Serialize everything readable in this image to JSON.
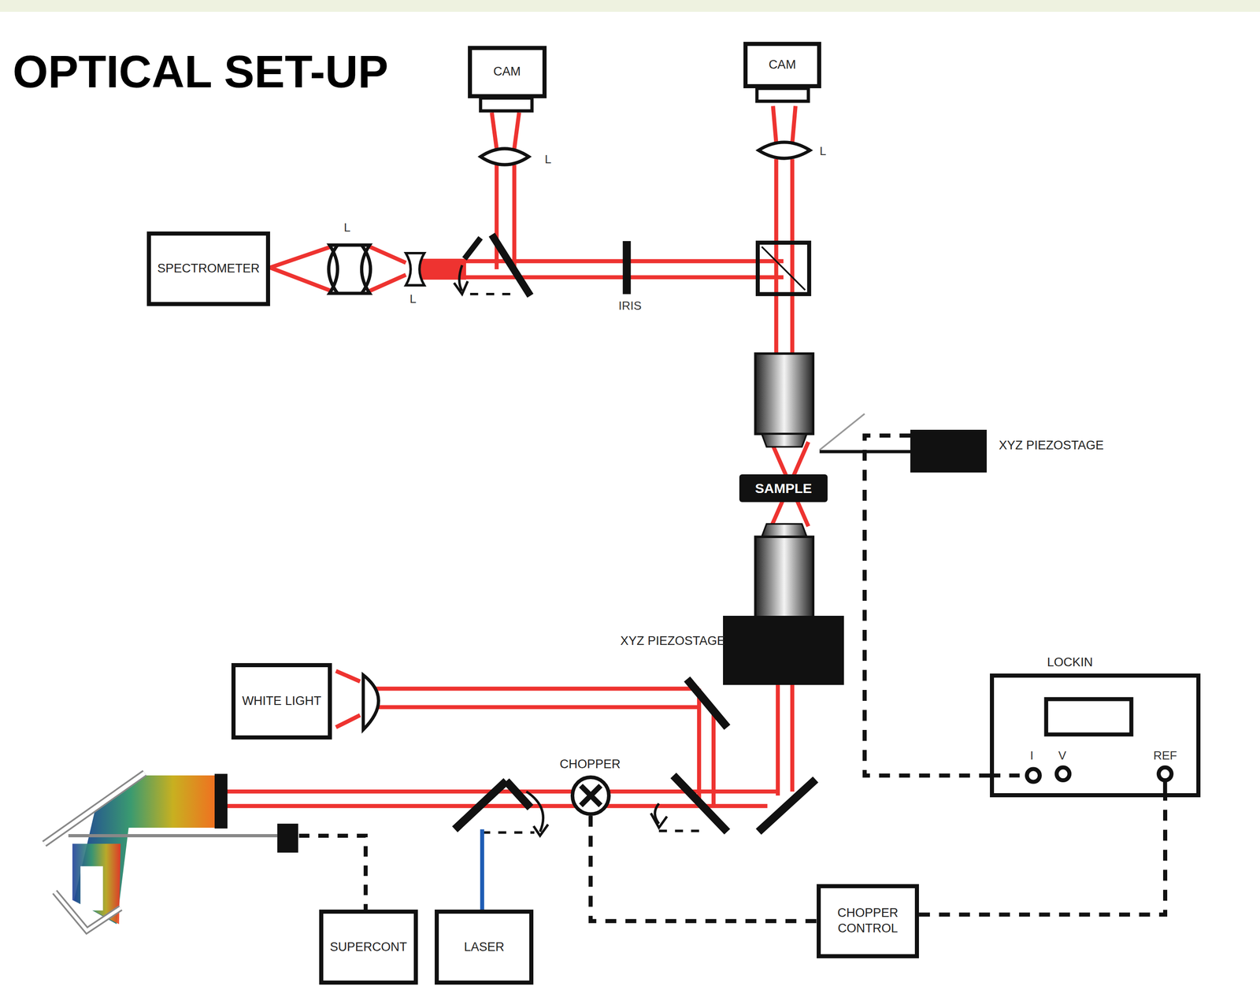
{
  "diagram": {
    "title": "OPTICAL SET-UP",
    "nodes": [
      {
        "text": [
          "CAM"
        ]
      },
      {
        "text": [
          "CAM"
        ]
      },
      {
        "text": [
          "SPECTROMETER"
        ]
      },
      {
        "text": [
          "SAMPLE"
        ]
      },
      {
        "text": [
          "XYZ PIEZOSTAGE"
        ]
      },
      {
        "text": [
          "XYZ PIEZOSTAGE"
        ]
      },
      {
        "text": [
          "LOCKIN"
        ]
      },
      {
        "text": [
          "WHITE LIGHT"
        ]
      },
      {
        "text": [
          "CHOPPER"
        ]
      },
      {
        "text": [
          "CHOPPER CONTROL"
        ]
      },
      {
        "text": [
          "SUPERCONT"
        ]
      },
      {
        "text": [
          "LASER"
        ]
      }
    ],
    "edges": [
      {
        "from": 8,
        "to": 9,
        "arrow": "none"
      },
      {
        "from": 9,
        "to": 6,
        "arrow": "none"
      },
      {
        "from": 4,
        "to": 6,
        "arrow": "none"
      }
    ],
    "labels": [
      "L",
      "L",
      "L",
      "L",
      "IRIS",
      "I",
      "V",
      "REF"
    ]
  }
}
